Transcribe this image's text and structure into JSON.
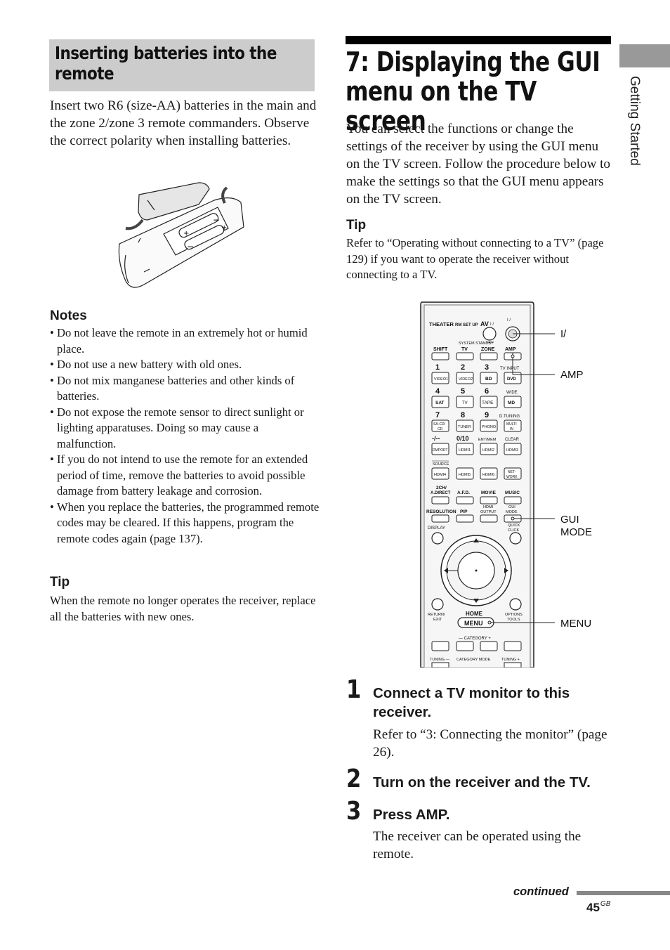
{
  "left": {
    "heading": "Inserting batteries into the remote",
    "intro": "Insert two R6 (size-AA) batteries in the main and the zone 2/zone 3 remote commanders. Observe the correct polarity when installing batteries.",
    "battery_polarity": [
      "+",
      "−",
      "+",
      "−"
    ],
    "notes_title": "Notes",
    "notes": [
      "Do not leave the remote in an extremely hot or humid place.",
      "Do not use a new battery with old ones.",
      "Do not mix manganese batteries and other kinds of batteries.",
      "Do not expose the remote sensor to direct sunlight or lighting apparatuses. Doing so may cause a malfunction.",
      "If you do not intend to use the remote for an extended period of time, remove the batteries to avoid possible damage from battery leakage and corrosion.",
      "When you replace the batteries, the programmed remote codes may be cleared. If this happens, program the remote codes again (page 137)."
    ],
    "tip_title": "Tip",
    "tip": "When the remote no longer operates the receiver, replace all the batteries with new ones."
  },
  "right": {
    "title": "7: Displaying the GUI menu on the TV screen",
    "intro": "You can select the functions or change the settings of the receiver by using the GUI menu on the TV screen. Follow the procedure below to make the settings so that the GUI menu appears on the TV screen.",
    "tip_title": "Tip",
    "tip": "Refer to “Operating without connecting to a TV” (page 129) if you want to operate the receiver without connecting to a TV.",
    "steps": [
      {
        "number": "1",
        "title": "Connect a TV monitor to this receiver.",
        "body": "Refer to “3: Connecting the monitor” (page 26)."
      },
      {
        "number": "2",
        "title": "Turn on the receiver and the TV.",
        "body": ""
      },
      {
        "number": "3",
        "title": "Press AMP.",
        "body": "The receiver can be operated using the remote."
      }
    ]
  },
  "remote": {
    "callouts": {
      "power": "I/",
      "amp": "AMP",
      "gui_mode_1": "GUI",
      "gui_mode_2": "MODE",
      "menu": "MENU"
    },
    "labels": {
      "theater": "THEATER",
      "rm_set_up": "RM SET UP",
      "av": "AV",
      "av_sym": "I / ",
      "power_top": "I / ",
      "system_standby": "SYSTEM STANDBY",
      "shift": "SHIFT",
      "tv": "TV",
      "zone": "ZONE",
      "amp": "AMP",
      "n1": "1",
      "n2": "2",
      "n3": "3",
      "tv_input": "TV INPUT",
      "video1": "VIDEO1",
      "video2": "VIDEO2",
      "bd": "BD",
      "dvd": "DVD",
      "n4": "4",
      "n5": "5",
      "n6": "6",
      "wide": "WIDE",
      "sat": "SAT",
      "tv2": "TV",
      "tape": "TAPE",
      "md": "MD",
      "n7": "7",
      "n8": "8",
      "n9": "9",
      "d_tuning": "D.TUNING",
      "sacd_1": "SA-CD/",
      "sacd_2": "CD",
      "tuner": "TUNER",
      "phono": "PHONO",
      "multi_1": "MULTI",
      "multi_2": "IN",
      "dash": "-/--",
      "zero": "0/10",
      "ent_mem": "ENT/MEM",
      "clear": "CLEAR",
      "dmport": "DMPORT",
      "hdmi1": "HDMI1",
      "hdmi2": "HDMI2",
      "hdmi3": "HDMI3",
      "source": "SOURCE",
      "net_1": "NET-",
      "net_2": "WORK",
      "hdmi4": "HDMI4",
      "hdmi5": "HDMI5",
      "hdmi6": "HDMI6",
      "ch2_1": "2CH/",
      "ch2_2": "A.DIRECT",
      "afd": "A.F.D.",
      "movie": "MOVIE",
      "music": "MUSIC",
      "resolution": "RESOLUTION",
      "pip": "PIP",
      "hdmi_out_1": "HDMI",
      "hdmi_out_2": "OUTPUT",
      "gui_1": "GUI",
      "gui_2": "MODE",
      "display": "DISPLAY",
      "quick_1": "QUICK",
      "quick_2": "CLICK",
      "return_1": "RETURN/",
      "return_2": "EXIT",
      "home": "HOME",
      "menu": "MENU",
      "options_1": "OPTIONS",
      "options_2": "TOOLS",
      "category": "— CATEGORY +",
      "tuning_minus": "TUNING —",
      "category_mode": "CATEGORY MODE",
      "tuning_plus": "TUNING +"
    }
  },
  "side_tab": "Getting Started",
  "footer": {
    "continued": "continued",
    "page_number": "45",
    "page_suffix": "GB"
  }
}
